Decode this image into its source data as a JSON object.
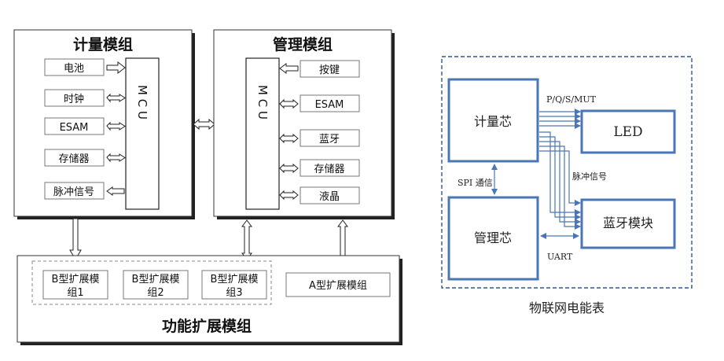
{
  "left": {
    "metering_module": {
      "title": "计量模组",
      "mcu": "M C U",
      "items": [
        "电池",
        "时钟",
        "ESAM",
        "存储器",
        "脉冲信号"
      ]
    },
    "management_module": {
      "title": "管理模组",
      "mcu": "M C U",
      "items": [
        "按键",
        "ESAM",
        "蓝牙",
        "存储器",
        "液晶"
      ]
    },
    "function_module": {
      "title": "功能扩展模组",
      "b_modules": [
        "B型扩展模组1",
        "B型扩展模组2",
        "B型扩展模组3"
      ],
      "a_module": "A型扩展模组"
    }
  },
  "right": {
    "metering_chip": "计量芯",
    "management_chip": "管理芯",
    "led": "LED",
    "bluetooth": "蓝牙模块",
    "pqs_label": "P/Q/S/MUT",
    "spi_label": "SPI 通信",
    "pulse_label": "脉冲信号",
    "uart_label": "UART",
    "caption": "物联网电能表"
  },
  "colors": {
    "blue_box": "#4a76b8",
    "blue_border": "#2e5597",
    "shadow": "#222222"
  }
}
